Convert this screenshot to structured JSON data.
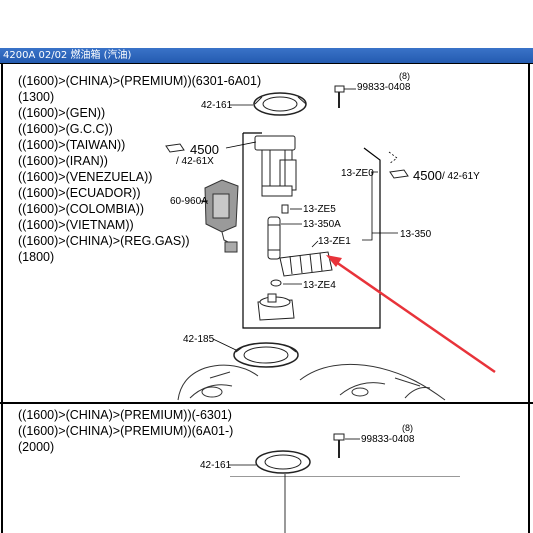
{
  "window": {
    "title": "4200A 02/02 燃油箱 (汽油)"
  },
  "conditions_top": [
    "((1600)>(CHINA)>(PREMIUM))(6301-6A01)",
    "(1300)",
    "((1600)>(GEN))",
    "((1600)>(G.C.C))",
    "((1600)>(TAIWAN))",
    "((1600)>(IRAN))",
    "((1600)>(VENEZUELA))",
    "((1600)>(ECUADOR))",
    "((1600)>(COLOMBIA))",
    "((1600)>(VIETNAM))",
    "((1600)>(CHINA)>(REG.GAS))",
    "(1800)"
  ],
  "conditions_bottom": [
    "((1600)>(CHINA)>(PREMIUM))(-6301)",
    "((1600)>(CHINA)>(PREMIUM))(6A01-)",
    "(2000)"
  ],
  "parts_top": {
    "bolt_qty": "(8)",
    "bolt": "99833-0408",
    "ring_42_161": "42-161",
    "ref_4500_left": "4500",
    "ref_4261x": "/ 42-61X",
    "ref_4500_right": "4500",
    "ref_4261y": "/ 42-61Y",
    "sender": "60-960A",
    "ze0": "13-ZE0",
    "ze5": "13-ZE5",
    "p350a": "13-350A",
    "ze1": "13-ZE1",
    "p350": "13-350",
    "ze4": "13-ZE4",
    "ring_42_185": "42-185"
  },
  "parts_bottom": {
    "bolt_qty": "(8)",
    "bolt": "99833-0408",
    "ring_42_161": "42-161"
  },
  "colors": {
    "title_bar": "#2d66bd",
    "arrow": "#e8333a"
  }
}
